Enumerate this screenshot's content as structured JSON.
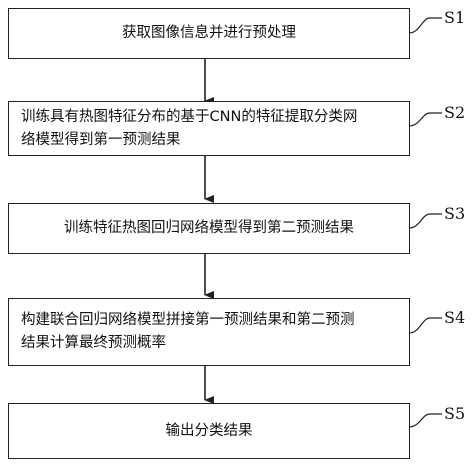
{
  "steps": [
    {
      "id": "S1",
      "text": "获取图像信息并进行预处理"
    },
    {
      "id": "S2",
      "lines": [
        "训练具有热图特征分布的基于CNN的特征提取分类网",
        "络模型得到第一预测结果"
      ]
    },
    {
      "id": "S3",
      "text": "训练特征热图回归网络模型得到第二预测结果"
    },
    {
      "id": "S4",
      "lines": [
        "构建联合回归网络模型拼接第一预测结果和第二预测",
        "结果计算最终预测概率"
      ]
    },
    {
      "id": "S5",
      "text": "输出分类结果"
    }
  ],
  "colors": {
    "line": "#222222",
    "text": "#111111",
    "background": "#ffffff"
  }
}
